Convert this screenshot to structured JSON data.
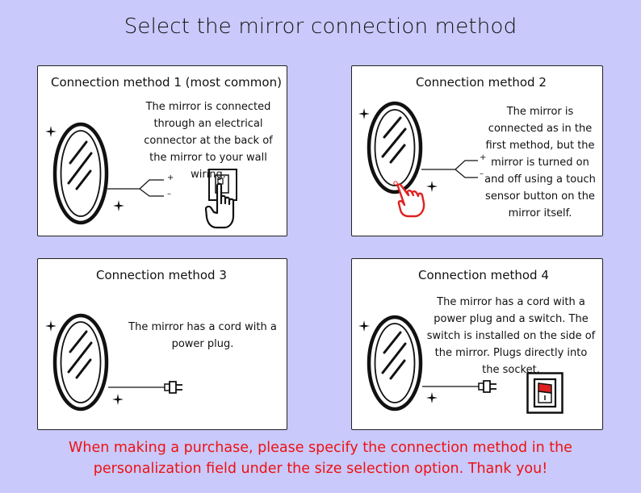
{
  "title": "Select the mirror connection method",
  "accent_color": "#ee1111",
  "cards": [
    {
      "title": "Connection method 1 (most common)",
      "description": "The mirror is connected through an electrical connector at the back of the mirror to your wall wiring.",
      "wire_labels": [
        "+",
        "–"
      ],
      "icons": [
        "oval-mirror-icon",
        "sparkle-icon",
        "wall-switch-icon",
        "pointing-hand-icon"
      ]
    },
    {
      "title": "Connection method 2",
      "description": "The mirror is connected as in the first method, but the mirror is turned on and off using a touch sensor button on the mirror itself.",
      "wire_labels": [
        "+",
        "–"
      ],
      "icons": [
        "oval-mirror-icon",
        "sparkle-icon",
        "touch-hand-icon"
      ]
    },
    {
      "title": "Connection method 3",
      "description": "The mirror has a cord with a power plug.",
      "icons": [
        "oval-mirror-icon",
        "sparkle-icon",
        "power-plug-icon"
      ]
    },
    {
      "title": "Connection method 4",
      "description": "The mirror has a cord with a power plug and a switch. The switch is installed on the side of the mirror. Plugs directly into the socket.",
      "icons": [
        "oval-mirror-icon",
        "sparkle-icon",
        "power-plug-icon",
        "rocker-switch-icon"
      ]
    }
  ],
  "footer_note_line1": "When making a purchase, please specify the connection method in the",
  "footer_note_line2": "personalization field under the size selection option. Thank you!"
}
